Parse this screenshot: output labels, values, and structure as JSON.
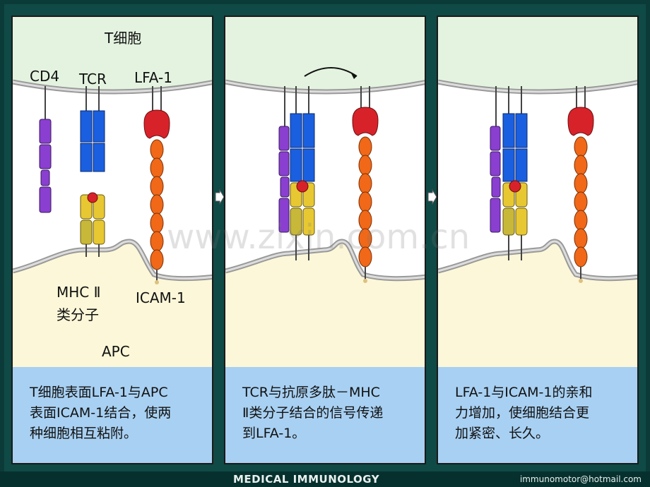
{
  "panels": [
    {
      "labels": {
        "t_cell": "T细胞",
        "cd4": "CD4",
        "tcr": "TCR",
        "lfa1": "LFA-1",
        "mhc": "MHC Ⅱ",
        "mhc2": "类分子",
        "icam": "ICAM-1",
        "apc": "APC"
      },
      "caption": [
        "T细胞表面LFA-1与APC",
        "表面ICAM-1结合，使两",
        "种细胞相互粘附。"
      ]
    },
    {
      "caption": [
        "TCR与抗原多肽－MHC",
        "Ⅱ类分子结合的信号传递",
        "到LFA-1。"
      ]
    },
    {
      "caption": [
        "LFA-1与ICAM-1的亲和",
        "力增加，使细胞结合更",
        "加紧密、长久。"
      ]
    }
  ],
  "footer": {
    "title": "MEDICAL IMMUNOLOGY",
    "email": "immunomotor@hotmail.com"
  },
  "watermark": "www.zixin.com.cn",
  "colors": {
    "t_cell": "#e3f3df",
    "apc": "#fbf7d8",
    "cd4": "#8a3fd0",
    "tcr": "#1a5fe0",
    "mhc": "#e8c832",
    "lfa1_head": "#d8222a",
    "chain": "#f06818",
    "caption_bg": "#a8d0f2"
  }
}
